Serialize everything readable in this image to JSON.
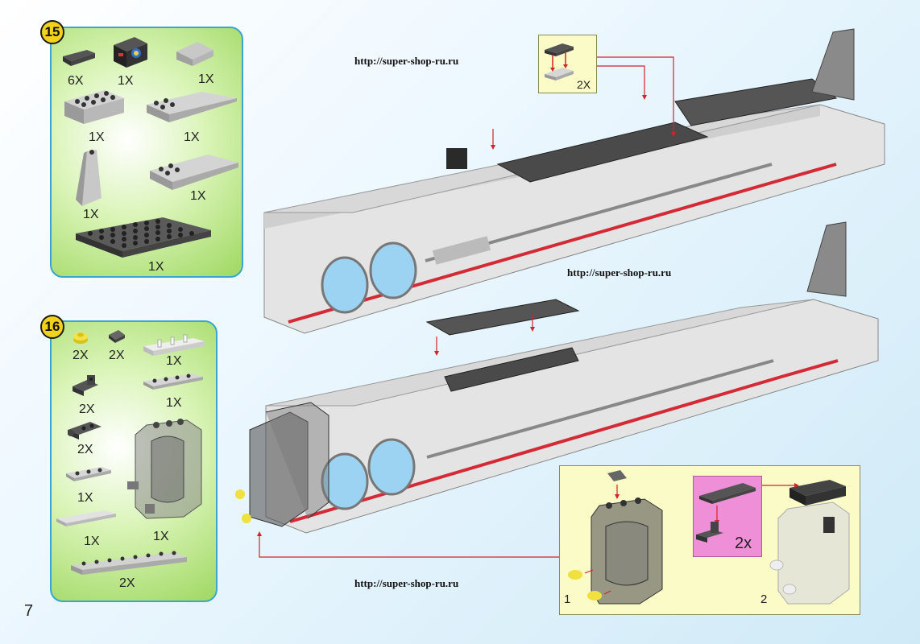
{
  "website": {
    "url_top": "http://super-shop-ru.ru",
    "url_middle": "http://super-shop-ru.ru",
    "url_bottom": "http://super-shop-ru.ru"
  },
  "page_number": "7",
  "step15": {
    "number": "15",
    "parts": [
      {
        "name": "plate-1x4-dark",
        "qty": "6X"
      },
      {
        "name": "control-panel-slope",
        "qty": "1X"
      },
      {
        "name": "slope-2x2-light",
        "qty": "1X"
      },
      {
        "name": "brick-2x4-light",
        "qty": "1X"
      },
      {
        "name": "wedge-curved-light",
        "qty": "1X"
      },
      {
        "name": "slope-tall-light",
        "qty": "1X"
      },
      {
        "name": "wedge-angled-light",
        "qty": "1X"
      },
      {
        "name": "plate-4x8-dark",
        "qty": "1X"
      }
    ]
  },
  "step16": {
    "number": "16",
    "parts": [
      {
        "name": "round-plate-yellow",
        "qty": "2X"
      },
      {
        "name": "slope-dark-small",
        "qty": "2X"
      },
      {
        "name": "plate-clips-white",
        "qty": "1X"
      },
      {
        "name": "plate-1x4-light",
        "qty": "1X"
      },
      {
        "name": "bracket-dark",
        "qty": "2X"
      },
      {
        "name": "hinge-plate-dark",
        "qty": "2X"
      },
      {
        "name": "transparent-dome-smoke",
        "qty": "1X"
      },
      {
        "name": "plate-1x3-light",
        "qty": "1X"
      },
      {
        "name": "tile-1x4-light",
        "qty": "1X"
      },
      {
        "name": "plate-1x8-light",
        "qty": "2X"
      }
    ]
  },
  "callout_top": {
    "qty": "2X"
  },
  "callout_bottom": {
    "step1": "1",
    "step2": "2",
    "sub_qty": "2x"
  },
  "colors": {
    "panel_border": "#3aa6cf",
    "panel_green": "#9fd862",
    "badge_yellow": "#f4d21c",
    "arrow_red": "#d2232a",
    "callout_yellow": "#fbfbc8",
    "pink": "#ef8fd7"
  }
}
